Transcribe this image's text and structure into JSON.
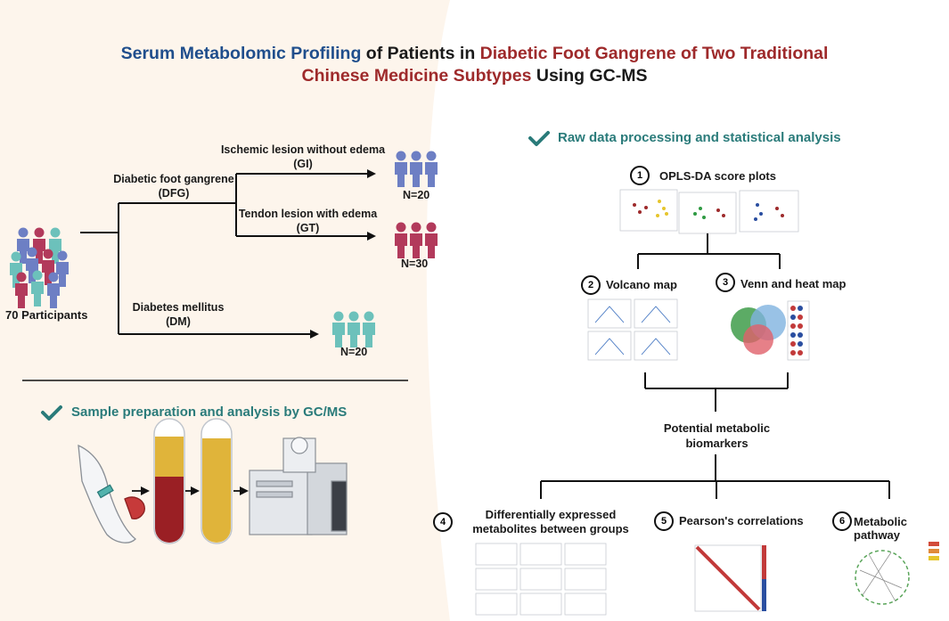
{
  "title": {
    "part1": "Serum Metabolomic Profiling",
    "part2": " of Patients in ",
    "part3": "Diabetic Foot Gangrene of Two Traditional",
    "part4": "Chinese Medicine Subtypes",
    "part5": " Using GC-MS"
  },
  "participants": {
    "label": "70 Participants"
  },
  "groups": {
    "dfg": {
      "line1": "Diabetic foot gangrene",
      "line2": "(DFG)"
    },
    "gi": {
      "line1": "Ischemic lesion without edema",
      "line2": "(GI)",
      "n": "N=20"
    },
    "gt": {
      "line1": "Tendon lesion with edema",
      "line2": "(GT)",
      "n": "N=30"
    },
    "dm": {
      "line1": "Diabetes mellitus",
      "line2": "(DM)",
      "n": "N=20"
    }
  },
  "sample": {
    "heading": "Sample preparation and analysis by GC/MS"
  },
  "analysis": {
    "heading": "Raw data processing and statistical analysis",
    "steps": [
      {
        "num": "1",
        "label": "OPLS-DA score plots"
      },
      {
        "num": "2",
        "label": "Volcano map"
      },
      {
        "num": "3",
        "label": "Venn and heat map"
      },
      {
        "num": "4",
        "label": "Differentially expressed metabolites between groups"
      },
      {
        "num": "5",
        "label": "Pearson's correlations"
      },
      {
        "num": "6",
        "label": "Metabolic pathway"
      }
    ],
    "biomarkers": "Potential metabolic biomarkers"
  },
  "colors": {
    "background_left": "#fdf5ec",
    "blue": "#1f4e8c",
    "red": "#9e2a2b",
    "teal_heading": "#2a7b7a",
    "person_blue": "#6d7fc4",
    "person_red": "#b23a5b",
    "person_teal": "#6cc1bb"
  }
}
